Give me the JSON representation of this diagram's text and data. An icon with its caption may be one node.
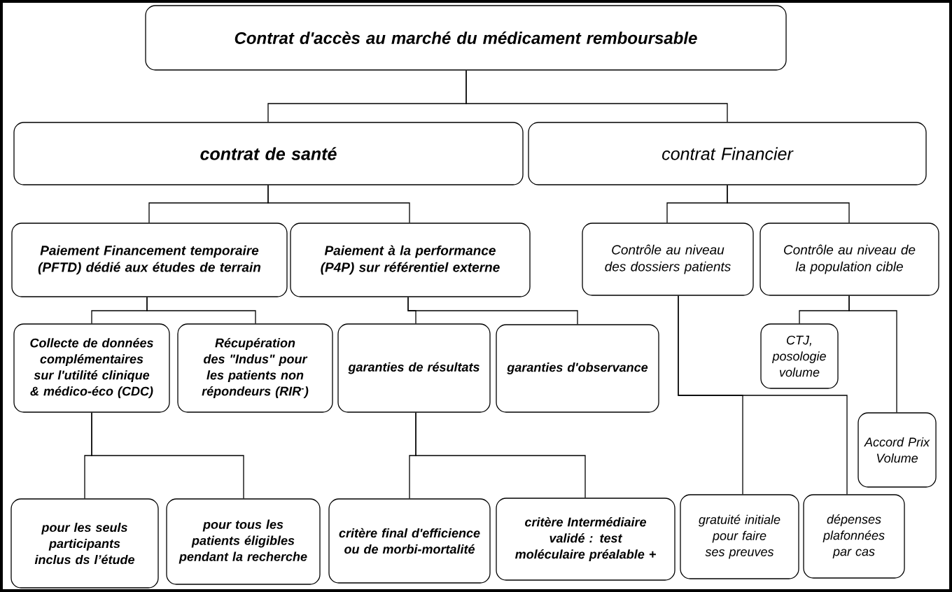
{
  "diagram": {
    "nodes": [
      {
        "text": [
          "Contrat d'accès au marché du médicament remboursable"
        ]
      },
      {
        "text": [
          "contrat de santé"
        ]
      },
      {
        "text": [
          "contrat Financier"
        ]
      },
      {
        "text": [
          "Paiement Financement temporaire (PFTD) dédié aux études de terrain"
        ]
      },
      {
        "text": [
          "Paiement à la performance (P4P) sur référentiel externe"
        ]
      },
      {
        "text": [
          "Contrôle au niveau des dossiers patients"
        ]
      },
      {
        "text": [
          "Contrôle au niveau de la population cible"
        ]
      },
      {
        "text": [
          "Collecte de données complémentaires sur l'utilité clinique & médico-éco (CDC)"
        ]
      },
      {
        "text": [
          "Récupération des \"Indus\" pour les patients non répondeurs (RIR$^{-}$)"
        ]
      },
      {
        "text": [
          "garanties de résultats"
        ]
      },
      {
        "text": [
          "garanties d'observance"
        ]
      },
      {
        "text": [
          "CTJ, posologie volume"
        ]
      },
      {
        "text": [
          "Accord Prix Volume"
        ]
      },
      {
        "text": [
          "pour les seuls participants inclus ds l’étude"
        ]
      },
      {
        "text": [
          "pour tous les patients éligibles pendant la recherche"
        ]
      },
      {
        "text": [
          "critère final d'efficience ou de morbi-mortalité"
        ]
      },
      {
        "text": [
          "critère Intermédiaire validé : test moléculaire préalable +"
        ]
      },
      {
        "text": [
          "gratuité initiale pour faire ses preuves"
        ]
      },
      {
        "text": [
          "dépenses plafonnées par cas"
        ]
      }
    ],
    "edges": [
      {
        "from": 0,
        "to": 1,
        "arrow": "none"
      },
      {
        "from": 0,
        "to": 2,
        "arrow": "none"
      },
      {
        "from": 1,
        "to": 3,
        "arrow": "none"
      },
      {
        "from": 1,
        "to": 4,
        "arrow": "none"
      },
      {
        "from": 2,
        "to": 5,
        "arrow": "none"
      },
      {
        "from": 2,
        "to": 6,
        "arrow": "none"
      },
      {
        "from": 3,
        "to": 7,
        "arrow": "none"
      },
      {
        "from": 3,
        "to": 8,
        "arrow": "none"
      },
      {
        "from": 4,
        "to": 9,
        "arrow": "none"
      },
      {
        "from": 4,
        "to": 10,
        "arrow": "none"
      },
      {
        "from": 5,
        "to": 17,
        "arrow": "none"
      },
      {
        "from": 5,
        "to": 18,
        "arrow": "none"
      },
      {
        "from": 6,
        "to": 11,
        "arrow": "none"
      },
      {
        "from": 6,
        "to": 12,
        "arrow": "none"
      },
      {
        "from": 7,
        "to": 13,
        "arrow": "none"
      },
      {
        "from": 7,
        "to": 14,
        "arrow": "none"
      },
      {
        "from": 9,
        "to": 15,
        "arrow": "none"
      },
      {
        "from": 9,
        "to": 16,
        "arrow": "none"
      }
    ]
  }
}
